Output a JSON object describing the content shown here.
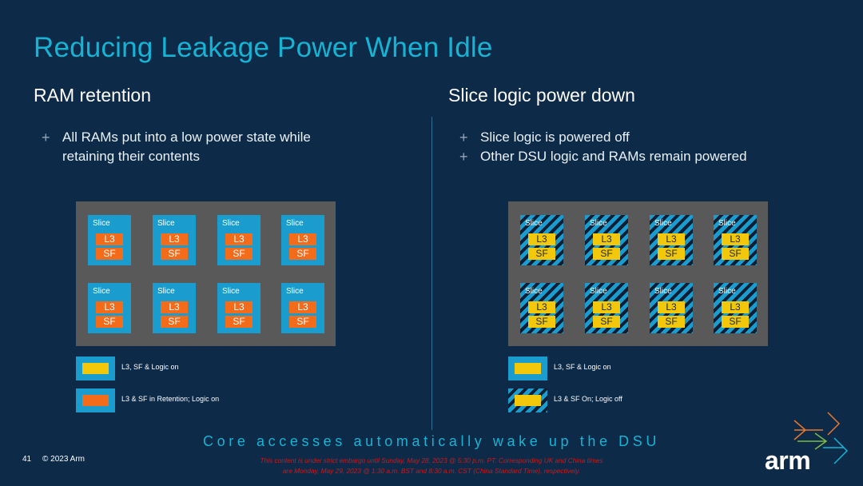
{
  "title": "Reducing Leakage Power When Idle",
  "left": {
    "heading": "RAM retention",
    "bullets": [
      "All RAMs put into a low power state while",
      "retaining their contents"
    ],
    "slices": [
      {
        "label": "Slice",
        "l3": "L3",
        "sf": "SF"
      },
      {
        "label": "Slice",
        "l3": "L3",
        "sf": "SF"
      },
      {
        "label": "Slice",
        "l3": "L3",
        "sf": "SF"
      },
      {
        "label": "Slice",
        "l3": "L3",
        "sf": "SF"
      },
      {
        "label": "Slice",
        "l3": "L3",
        "sf": "SF"
      },
      {
        "label": "Slice",
        "l3": "L3",
        "sf": "SF"
      },
      {
        "label": "Slice",
        "l3": "L3",
        "sf": "SF"
      },
      {
        "label": "Slice",
        "l3": "L3",
        "sf": "SF"
      }
    ],
    "legend": [
      "L3, SF & Logic on",
      "L3 & SF in Retention; Logic on"
    ]
  },
  "right": {
    "heading": "Slice logic power down",
    "bullets": [
      "Slice logic is powered off",
      "Other DSU logic and RAMs remain powered"
    ],
    "slices": [
      {
        "label": "Slice",
        "l3": "L3",
        "sf": "SF"
      },
      {
        "label": "Slice",
        "l3": "L3",
        "sf": "SF"
      },
      {
        "label": "Slice",
        "l3": "L3",
        "sf": "SF"
      },
      {
        "label": "Slice",
        "l3": "L3",
        "sf": "SF"
      },
      {
        "label": "Slice",
        "l3": "L3",
        "sf": "SF"
      },
      {
        "label": "Slice",
        "l3": "L3",
        "sf": "SF"
      },
      {
        "label": "Slice",
        "l3": "L3",
        "sf": "SF"
      },
      {
        "label": "Slice",
        "l3": "L3",
        "sf": "SF"
      }
    ],
    "legend": [
      "L3, SF & Logic on",
      "L3 & SF On; Logic off"
    ]
  },
  "tagline": "Core accesses automatically wake up the DSU",
  "footer": {
    "page": "41",
    "copyright": "© 2023 Arm"
  },
  "embargo": [
    "This content is under strict embargo until Sunday, May 28, 2023 @ 5:30 p.m. PT. Corresponding UK and China times",
    "are Monday, May 29, 2023 @ 1:30 a.m. BST and 8:30 a.m. CST (China Standard Time), respectively."
  ],
  "logo": "arm",
  "colors": {
    "accent": "#15b4d4",
    "slice": "#1a9dce",
    "retention": "#f46b1a",
    "on": "#f3c80a",
    "panel": "#595959",
    "background": "#0d2a48"
  }
}
